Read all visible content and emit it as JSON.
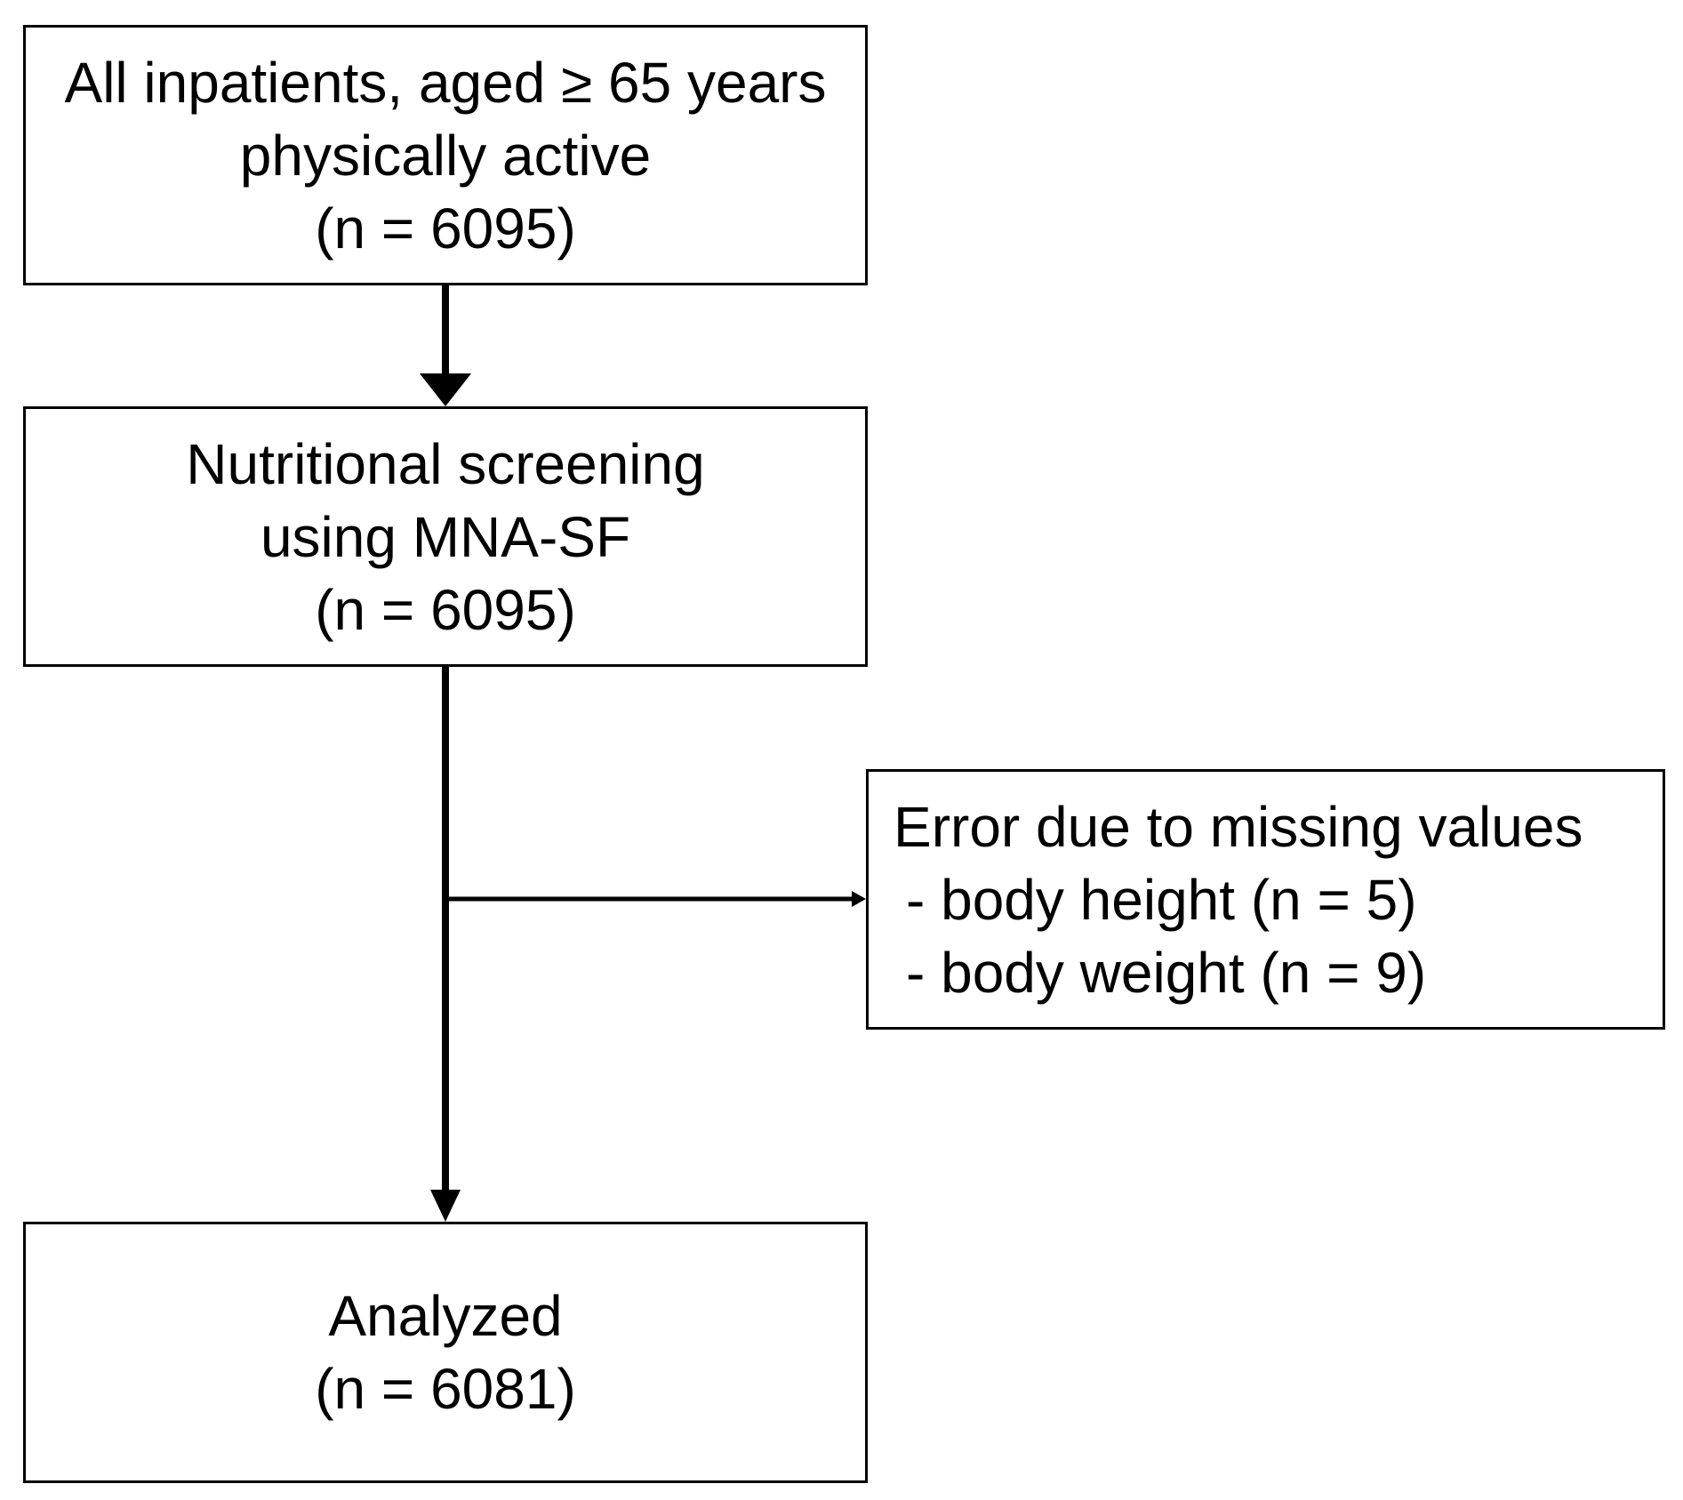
{
  "nodes": {
    "start": {
      "lines": [
        "All inpatients, aged ≥ 65 years",
        "physically active",
        "(n = 6095)"
      ]
    },
    "screening": {
      "lines": [
        "Nutritional screening",
        "using MNA-SF",
        "(n = 6095)"
      ]
    },
    "excluded": {
      "lines": [
        "Error due to missing values",
        "- body height (n = 5)",
        "- body weight (n = 9)"
      ]
    },
    "analyzed": {
      "lines": [
        "Analyzed",
        "(n = 6081)"
      ]
    }
  },
  "edges": [
    {
      "from": "start",
      "to": "screening"
    },
    {
      "from": "screening",
      "to": "analyzed"
    },
    {
      "from": "screening",
      "to": "excluded"
    }
  ],
  "colors": {
    "stroke": "#000000",
    "background": "#ffffff"
  }
}
